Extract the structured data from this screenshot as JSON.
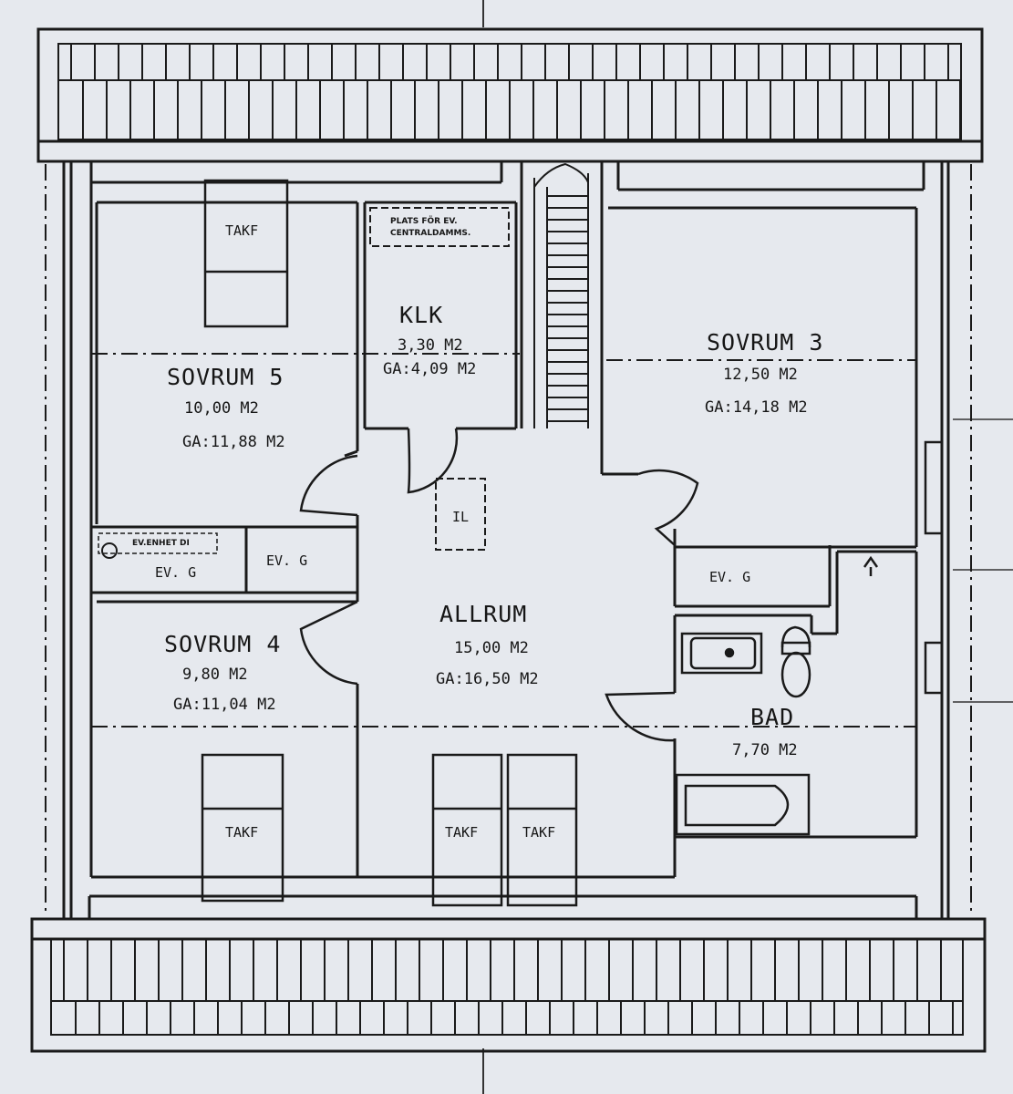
{
  "rooms": {
    "sovrum5": {
      "name": "SOVRUM 5",
      "area": "10,00 M2",
      "ga": "GA:11,88 M2"
    },
    "klk": {
      "name": "KLK",
      "area": "3,30 M2",
      "ga": "GA:4,09 M2"
    },
    "sovrum3": {
      "name": "SOVRUM 3",
      "area": "12,50 M2",
      "ga": "GA:14,18 M2"
    },
    "sovrum4": {
      "name": "SOVRUM 4",
      "area": "9,80 M2",
      "ga": "GA:11,04 M2"
    },
    "allrum": {
      "name": "ALLRUM",
      "area": "15,00 M2",
      "ga": "GA:16,50 M2"
    },
    "bad": {
      "name": "BAD",
      "area": "7,70 M2"
    }
  },
  "fixtures": {
    "takf": "TAKF",
    "evg": "EV. G",
    "il": "IL",
    "plats_line1": "PLATS FÖR EV.",
    "plats_line2": "CENTRALDAMMS.",
    "ev_label": "EV.ENHET DI"
  }
}
